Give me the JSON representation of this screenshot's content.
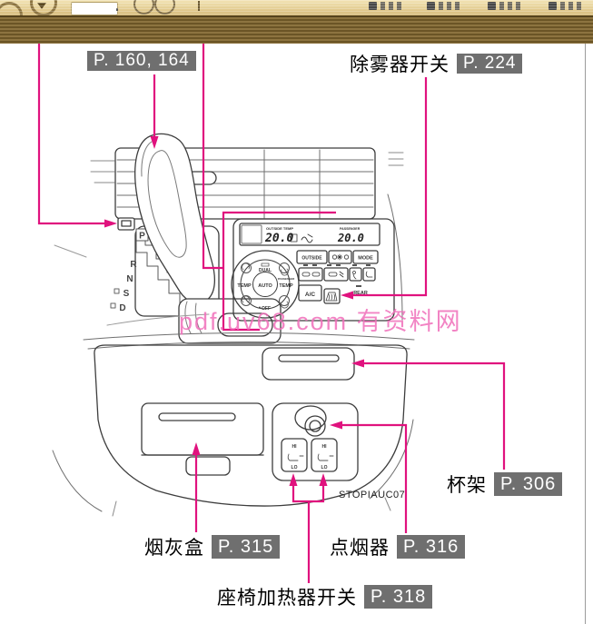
{
  "toolbar": {
    "page_input_value": ""
  },
  "figure": {
    "watermark_text": "pdf.uv68.com 有资料网",
    "figure_code": "STOPIAUC07",
    "callouts": {
      "shift": {
        "ref": "P. 160, 164"
      },
      "defogger": {
        "label": "除雾器开关",
        "ref": "P. 224"
      },
      "cup_holder": {
        "label": "杯架",
        "ref": "P. 306"
      },
      "ashtray": {
        "label": "烟灰盒",
        "ref": "P. 315"
      },
      "lighter": {
        "label": "点烟器",
        "ref": "P. 316"
      },
      "seat_heater": {
        "label": "座椅加热器开关",
        "ref": "P. 318"
      }
    },
    "climate_panel": {
      "outside_temp_label": "OUTSIDE TEMP",
      "outside_temp": "20.0",
      "passenger_label": "PASSENGER",
      "passenger_temp": "20.0",
      "btn_outside": "OUTSIDE",
      "btn_mode": "MODE",
      "dial_dual": "DUAL",
      "dial_temp_left": "TEMP",
      "dial_auto": "AUTO",
      "dial_temp_right": "TEMP",
      "dial_off": "OFF",
      "btn_ac": "A/C",
      "btn_rear": "REAR"
    },
    "shifter_positions": [
      "P",
      "R",
      "N",
      "S",
      "D"
    ],
    "seat_switch": {
      "hi": "HI",
      "lo": "LO"
    },
    "colors": {
      "callout": "#e0127e",
      "ref_box_bg": "#6f6f6f",
      "watermark": "#f06fba"
    }
  }
}
